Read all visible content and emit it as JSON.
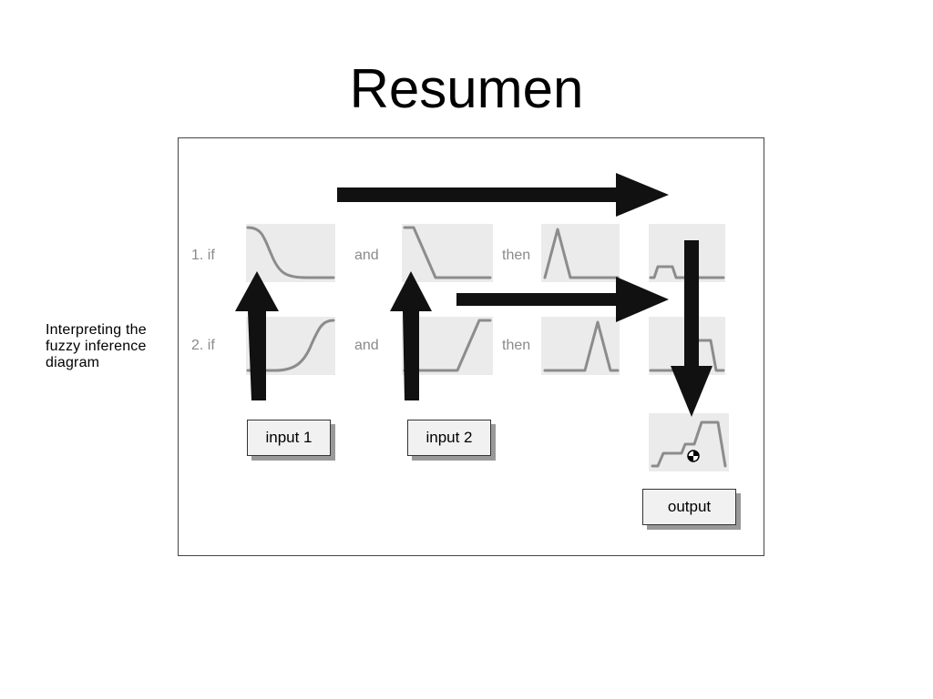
{
  "slide": {
    "title": "Resumen"
  },
  "side_caption": {
    "lines": [
      "Interpreting the",
      "fuzzy inference",
      "diagram"
    ]
  },
  "diagram": {
    "rules": [
      {
        "number_label": "1. if",
        "and_label": "and",
        "then_label": "then",
        "input1_shape": "z-shape",
        "input2_shape": "z-shape",
        "consequent_shape": "triangle",
        "implication_shape": "clipped-triangle"
      },
      {
        "number_label": "2. if",
        "and_label": "and",
        "then_label": "then",
        "input1_shape": "s-shape",
        "input2_shape": "s-shape",
        "consequent_shape": "triangle",
        "implication_shape": "clipped-trapezoid"
      }
    ],
    "inputs": [
      {
        "label": "input 1"
      },
      {
        "label": "input 2"
      }
    ],
    "output": {
      "label": "output",
      "aggregate_shape": "aggregated-area-with-centroid"
    },
    "colors": {
      "curve": "#8c8c8c",
      "box": "#ebebeb",
      "arrow": "#111111",
      "label": "#8a8a8a"
    }
  }
}
